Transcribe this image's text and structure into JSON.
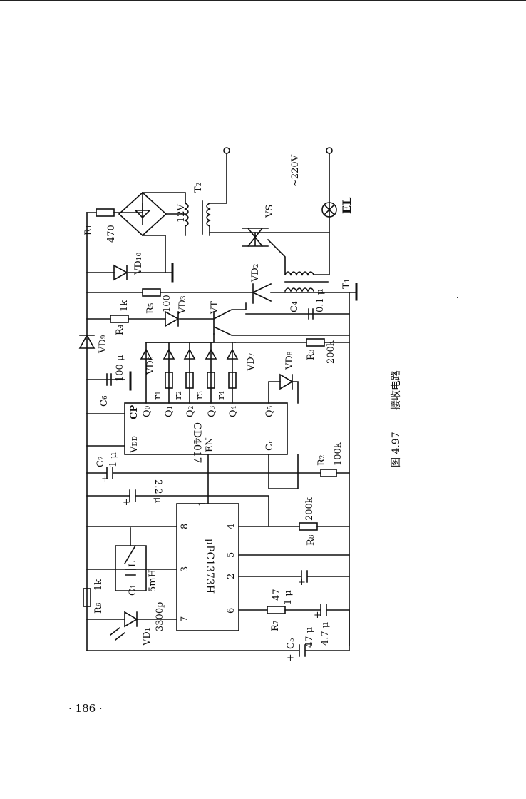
{
  "figure": {
    "caption_number": "图 4.97",
    "caption_title": "接收电路",
    "page_number": "· 186 ·"
  },
  "diagram": {
    "ic_decoder": {
      "name": "μPC1373H",
      "pin1": "1",
      "pin2": "2",
      "pin3": "3",
      "pin4": "4",
      "pin5": "5",
      "pin6": "6",
      "pin7": "7",
      "pin8": "8"
    },
    "ic_counter": {
      "name": "CD4017",
      "cp": "CP",
      "vdd": "V",
      "vdd_sub": "DD",
      "en": "EN",
      "cr": "C",
      "cr_sub": "r",
      "q": [
        "Q",
        "Q",
        "Q",
        "Q",
        "Q",
        "Q"
      ],
      "q_sub": [
        "0",
        "1",
        "2",
        "3",
        "4",
        "5"
      ]
    },
    "resistors": {
      "r1": {
        "name": "R",
        "sub": "1",
        "value": "470"
      },
      "r2": {
        "name": "R",
        "sub": "2",
        "value": "100k"
      },
      "r3": {
        "name": "R",
        "sub": "3",
        "value": "200k"
      },
      "r4": {
        "name": "R",
        "sub": "4",
        "value": "1k"
      },
      "r5": {
        "name": "R",
        "sub": "5",
        "value": "100"
      },
      "r6": {
        "name": "R",
        "sub": "6",
        "value": "1k"
      },
      "r7": {
        "name": "R",
        "sub": "7",
        "value": "47"
      },
      "r8": {
        "name": "R",
        "sub": "8",
        "value": "200k"
      },
      "small": [
        {
          "name": "r",
          "sub": "1"
        },
        {
          "name": "r",
          "sub": "2"
        },
        {
          "name": "r",
          "sub": "3"
        },
        {
          "name": "r",
          "sub": "4"
        }
      ]
    },
    "capacitors": {
      "c1": {
        "name": "C",
        "sub": "1",
        "value": "3300p"
      },
      "c2": {
        "name": "C",
        "sub": "2",
        "value": "1 μ"
      },
      "c4": {
        "name": "C",
        "sub": "4",
        "value": "0.1 μ"
      },
      "c5": {
        "name": "C",
        "sub": "5",
        "value": "47 μ"
      },
      "c6": {
        "name": "C",
        "sub": "6",
        "value": "100 μ"
      },
      "c_22": {
        "value": "2.2 μ"
      },
      "c_1u": {
        "value": "1 μ"
      },
      "c_47u": {
        "value": "4.7 μ"
      }
    },
    "inductor": {
      "name": "L",
      "value": "5mH"
    },
    "diodes": {
      "vd1": {
        "name": "VD",
        "sub": "1"
      },
      "vd2": {
        "name": "VD",
        "sub": "2"
      },
      "vd3": {
        "name": "VD",
        "sub": "3"
      },
      "vd6": {
        "name": "VD",
        "sub": "6"
      },
      "vd7": {
        "name": "VD",
        "sub": "7"
      },
      "vd8": {
        "name": "VD",
        "sub": "8"
      },
      "vd9": {
        "name": "VD",
        "sub": "9"
      },
      "vd10": {
        "name": "VD",
        "sub": "10"
      }
    },
    "transistor": {
      "name": "VT"
    },
    "triac": {
      "name": "VS"
    },
    "transformers": {
      "t1": {
        "name": "T",
        "sub": "1"
      },
      "t2": {
        "name": "T",
        "sub": "2"
      },
      "secondary": "12V"
    },
    "mains": "~220V",
    "lamp": "EL",
    "plus": "+"
  }
}
